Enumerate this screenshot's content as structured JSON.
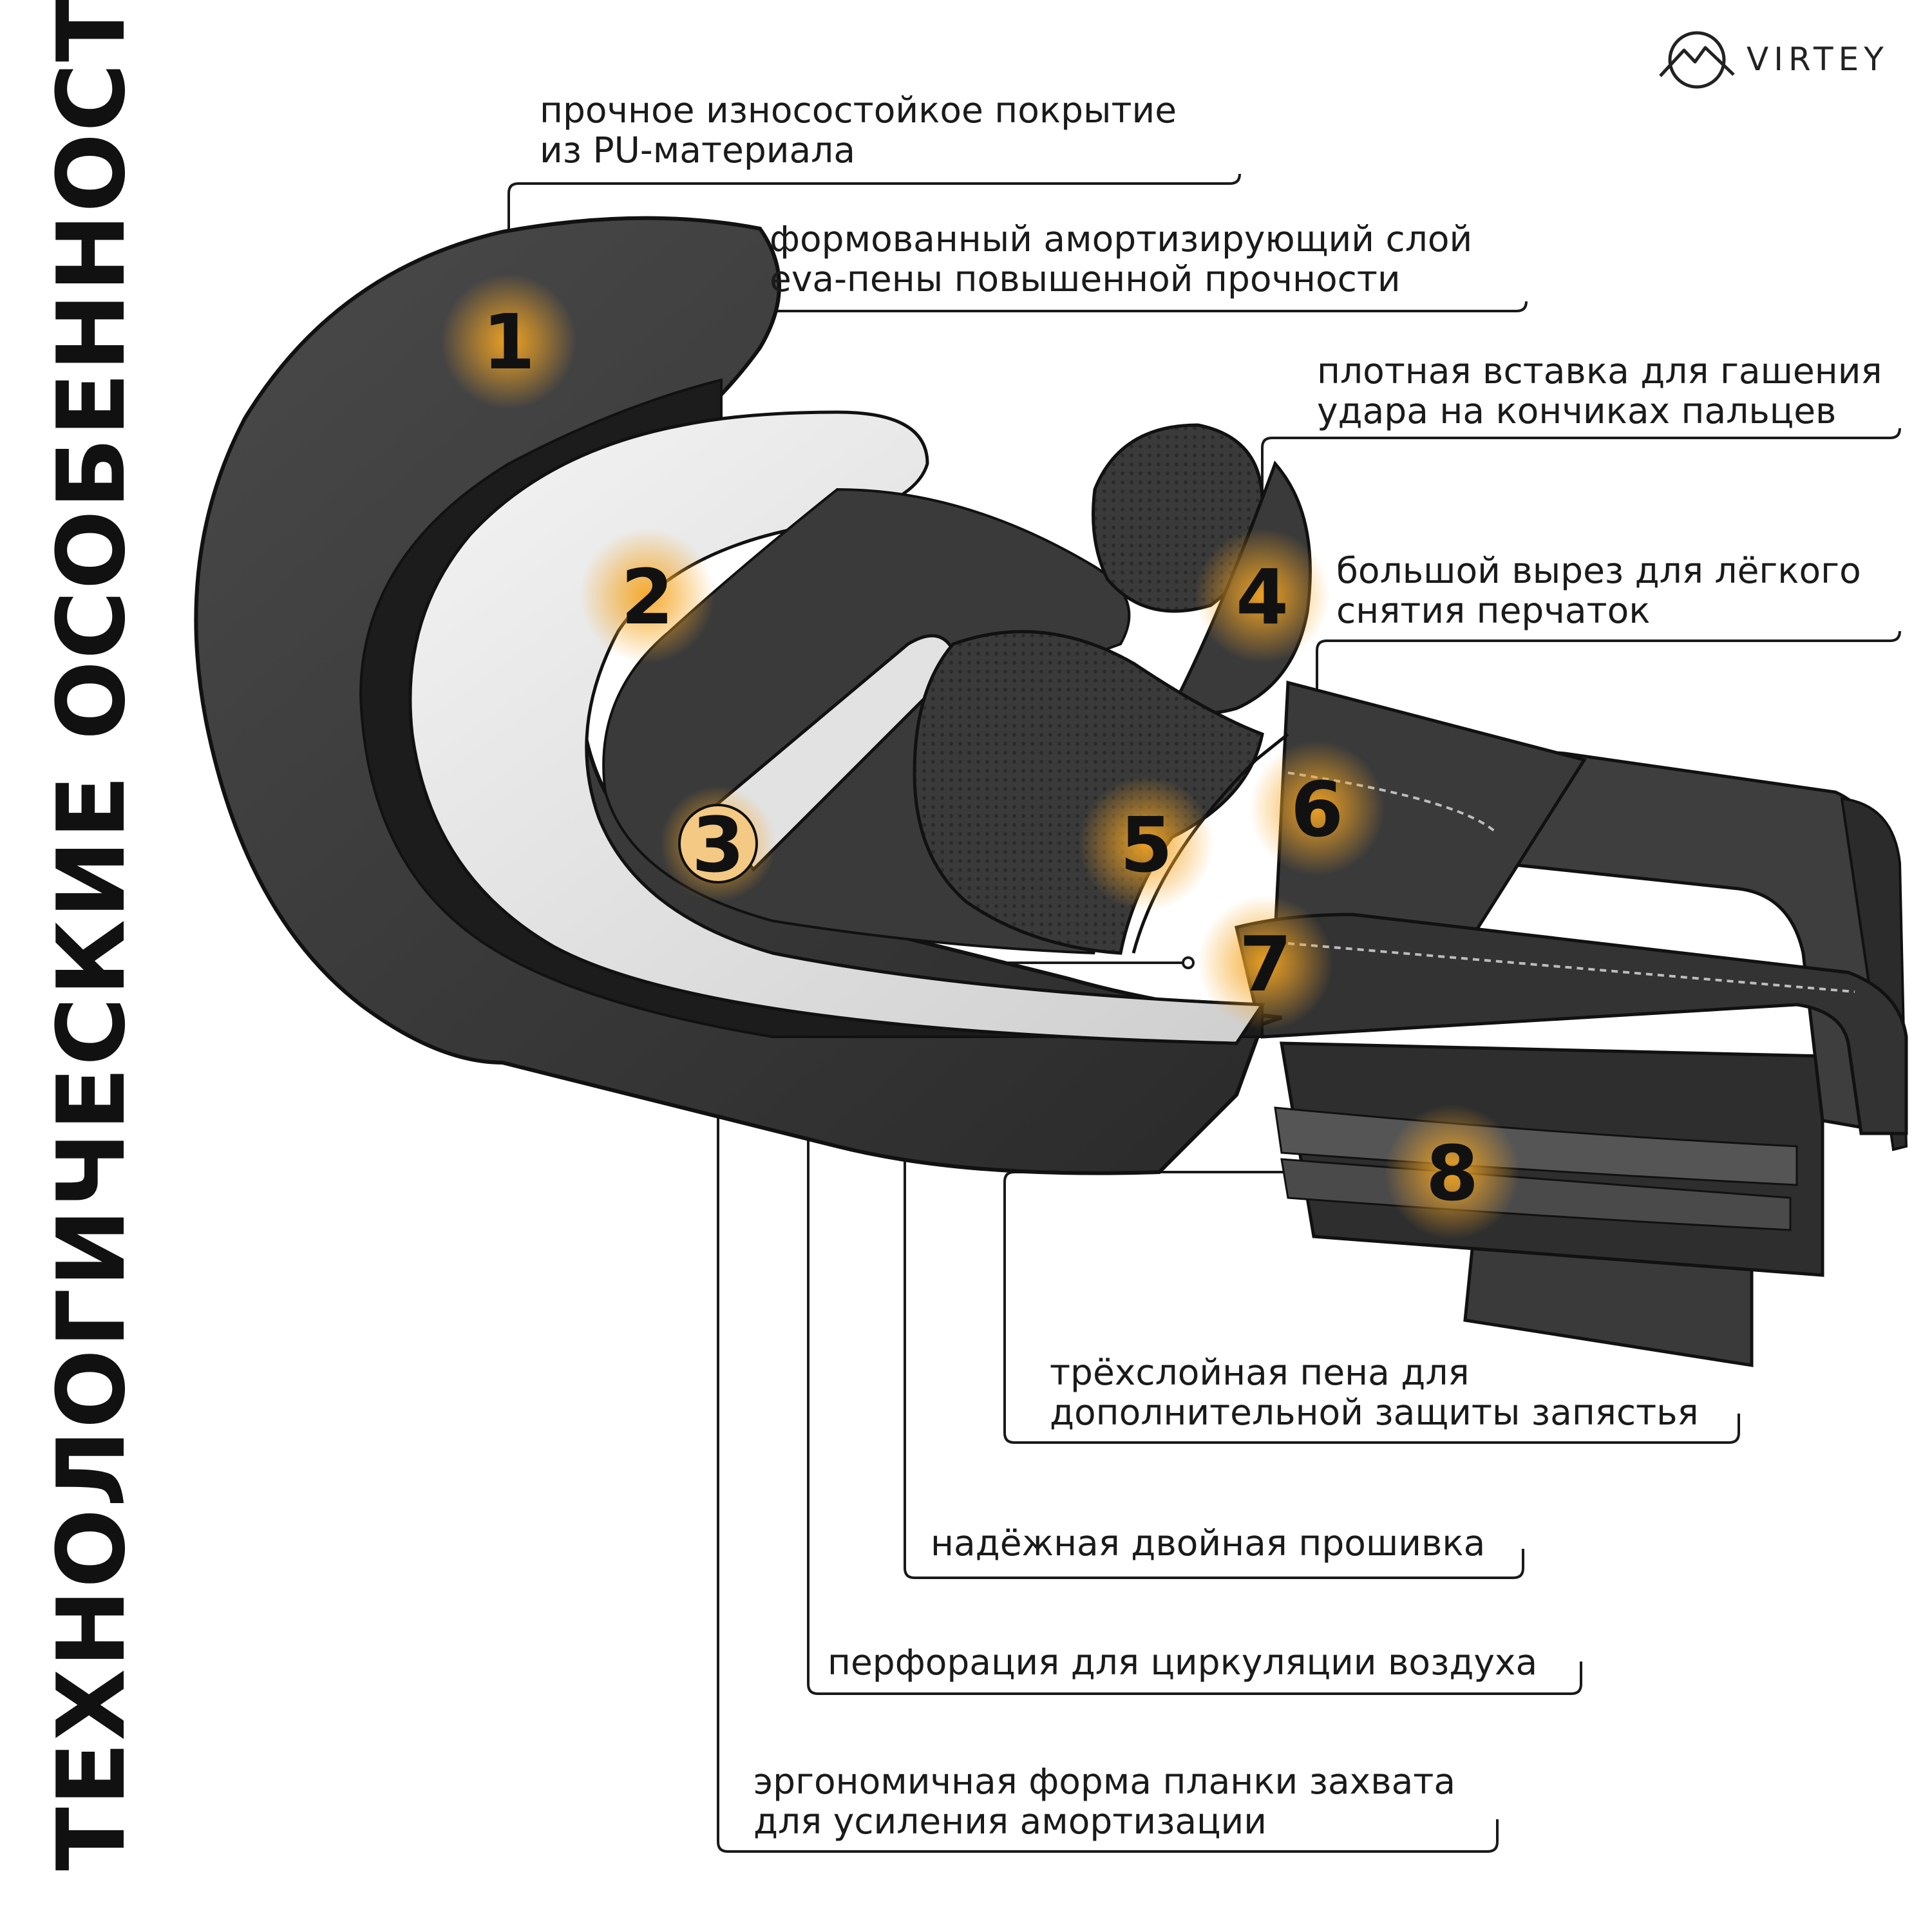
{
  "title": "ТЕХНОЛОГИЧЕСКИЕ ОСОБЕННОСТИ",
  "brand": {
    "name": "VIRTEY",
    "logo_icon": "mountain-circle-logo"
  },
  "colors": {
    "accent_glow": "#f5a623",
    "outline": "#1a1a1a",
    "glove_dark": "#3a3a3a",
    "glove_light": "#e8e8e8"
  },
  "markers": [
    {
      "number": "1",
      "line1": "прочное износостойкое покрытие",
      "line2": "из PU-материала"
    },
    {
      "number": "2",
      "line1": "формованный амортизирующий слой",
      "line2": "eva-пены повышенной прочности"
    },
    {
      "number": "3",
      "line1": "эргономичная форма планки захвата",
      "line2": "для усиления амортизации"
    },
    {
      "number": "4",
      "line1": "плотная вставка для гашения",
      "line2": "удара на кончиках пальцев"
    },
    {
      "number": "5",
      "line1": "перфорация для циркуляции воздуха",
      "line2": ""
    },
    {
      "number": "6",
      "line1": "большой вырез для лёгкого",
      "line2": "снятия перчаток"
    },
    {
      "number": "7",
      "line1": "надёжная двойная прошивка",
      "line2": ""
    },
    {
      "number": "8",
      "line1": "трёхслойная пена для",
      "line2": "дополнительной защиты запястья"
    }
  ]
}
